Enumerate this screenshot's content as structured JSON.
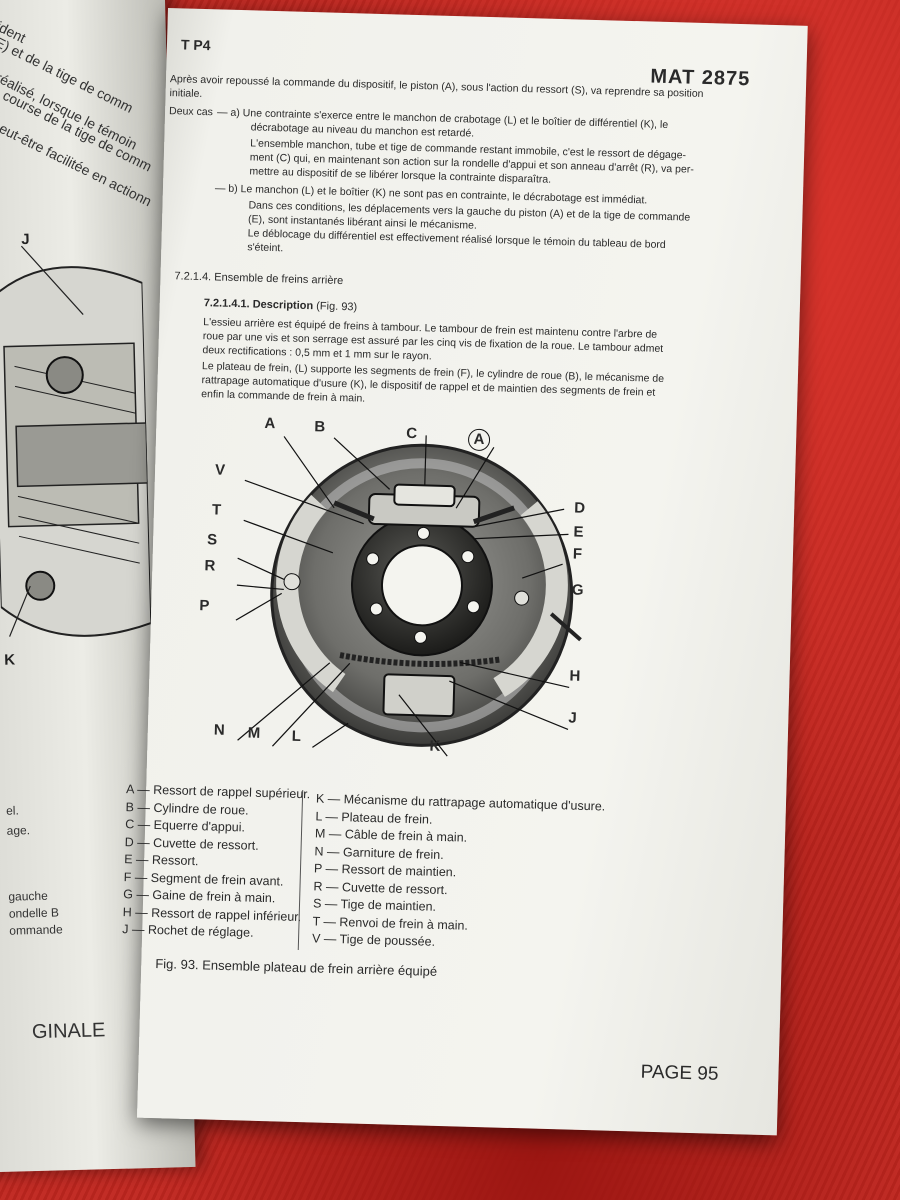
{
  "header": {
    "left": "T P4",
    "right": "MAT 2875"
  },
  "intro": "Après avoir repoussé la commande du dispositif, le piston (A), sous l'action du ressort (S), va reprendre sa position initiale.",
  "deux_cas_label": "Deux cas",
  "case_a": [
    "— a)  Une contrainte s'exerce entre le manchon de crabotage (L) et le boîtier de différentiel (K), le",
    "décrabotage au niveau du manchon est retardé.",
    "L'ensemble manchon, tube et tige de commande restant immobile, c'est le ressort de dégage-",
    "ment (C) qui, en maintenant son action sur la rondelle d'appui et son anneau d'arrêt (R), va per-",
    "mettre au dispositif de se libérer lorsque la contrainte disparaîtra."
  ],
  "case_b": [
    "— b)  Le manchon (L) et le boîtier (K) ne sont pas en contrainte, le décrabotage est immédiat.",
    "Dans ces conditions, les déplacements vers la gauche du piston (A) et de la tige de commande",
    "(E), sont instantanés libérant ainsi le mécanisme.",
    "Le déblocage du différentiel est effectivement réalisé lorsque le témoin du tableau de bord",
    "s'éteint."
  ],
  "section": "7.2.1.4.  Ensemble de freins arrière",
  "subsection": "7.2.1.4.1.  Description",
  "subsection_ref": "(Fig. 93)",
  "desc_p1": [
    "L'essieu arrière est équipé de freins à tambour. Le tambour de frein est maintenu contre l'arbre de",
    "roue par une vis et son serrage est assuré par les cinq vis de fixation de la roue. Le tambour admet",
    "deux rectifications : 0,5 mm et 1 mm sur le rayon."
  ],
  "desc_p2": [
    "Le plateau de frein, (L) supporte les segments de frein (F), le cylindre de roue (B), le mécanisme de",
    "rattrapage automatique d'usure (K), le dispositif de rappel et de maintien des segments de frein et",
    "enfin la commande de frein à main."
  ],
  "callouts": [
    "A",
    "B",
    "C",
    "A",
    "V",
    "D",
    "E",
    "T",
    "F",
    "S",
    "G",
    "R",
    "P",
    "H",
    "J",
    "N",
    "M",
    "L",
    "K"
  ],
  "legend_left": [
    "A — Ressort de rappel supérieur.",
    "B — Cylindre de roue.",
    "C — Equerre d'appui.",
    "D — Cuvette de ressort.",
    "E — Ressort.",
    "F — Segment de frein avant.",
    "G — Gaine de frein à main.",
    "H — Ressort de rappel inférieur.",
    "J — Rochet de réglage."
  ],
  "legend_right": [
    "K — Mécanisme du rattrapage automatique d'usure.",
    "L — Plateau de frein.",
    "M — Câble de frein à main.",
    "N — Garniture de frein.",
    "P — Ressort de maintien.",
    "R — Cuvette de ressort.",
    "S — Tige de maintien.",
    "T — Renvoi de frein à main.",
    "V — Tige de poussée."
  ],
  "caption": "Fig. 93. Ensemble plateau de frein arrière équipé",
  "page_number": "PAGE  95",
  "left_page": {
    "rotated_lines": [
      "incident",
      "(E) et de la tige de comm",
      "nt réalisé, lorsque le témoin",
      "a course de la tige de comm",
      "il peut-être facilitée en actionn"
    ],
    "label_j": "J",
    "label_k": "K",
    "bottom_lines": [
      "el.",
      "age.",
      "gauche",
      "ondelle B",
      "ommande"
    ],
    "ginale": "GINALE"
  }
}
